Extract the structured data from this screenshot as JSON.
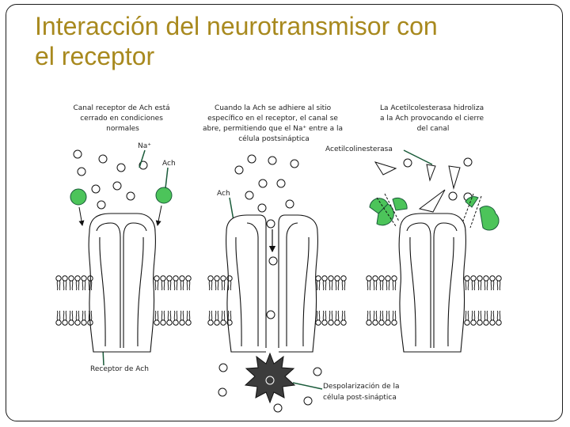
{
  "slide": {
    "title_line1": "Interacción del neurotransmisor con",
    "title_line2": "el receptor"
  },
  "panels": {
    "closed": {
      "caption": [
        "Canal receptor de Ach está",
        "cerrado en condiciones",
        "normales"
      ],
      "label_na": "Na⁺",
      "label_ach": "Ach",
      "label_receptor": "Receptor de Ach"
    },
    "open": {
      "caption": [
        "Cuando la Ach se adhiere al sitio",
        "específico en el receptor, el canal se",
        "abre, permitiendo que el Na⁺ entre a la",
        "célula postsináptica"
      ],
      "label_ach": "Ach",
      "label_depol": [
        "Despolarización de la",
        "célula post-sináptica"
      ]
    },
    "enzyme": {
      "caption": [
        "La Acetilcolesterasa hidroliza",
        "a la Ach provocando el cierre",
        "del canal"
      ],
      "label_enzyme": "Acetilcolinesterasa"
    }
  },
  "colors": {
    "title": "#a8891e",
    "ach": "#4cc45a",
    "arrow": "#1a5b3a",
    "line": "#111111"
  }
}
